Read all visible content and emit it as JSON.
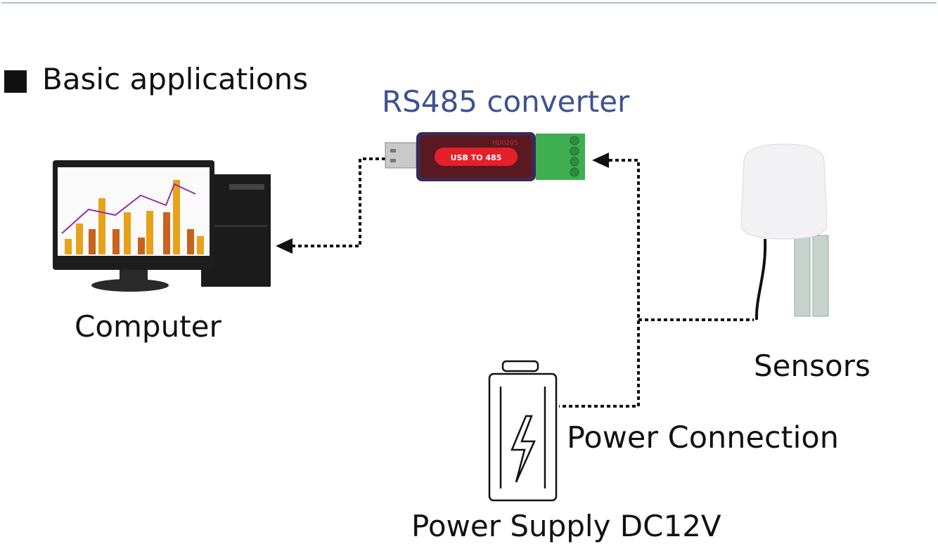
{
  "heading": "Basic applications",
  "converter": {
    "title": "RS485 converter",
    "device_label": "USB TO 485",
    "model": "HD020S",
    "color_title": "#3d5290"
  },
  "computer": {
    "label": "Computer"
  },
  "sensors": {
    "label": "Sensors"
  },
  "power_connection": {
    "label": "Power Connection"
  },
  "power_supply": {
    "label": "Power Supply DC12V"
  },
  "icons": [
    "usb-rs485-converter-icon",
    "computer-icon",
    "sensor-icon",
    "battery-icon"
  ]
}
